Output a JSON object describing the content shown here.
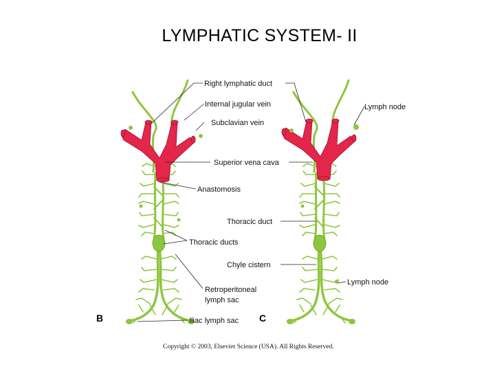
{
  "title": "LYMPHATIC SYSTEM- II",
  "labels": {
    "right_lymphatic_duct": "Right lymphatic duct",
    "internal_jugular_vein": "Internal jugular vein",
    "subclavian_vein": "Subclavian vein",
    "superior_vena_cava": "Superior vena cava",
    "anastomosis": "Anastomosis",
    "thoracic_duct": "Thoracic duct",
    "thoracic_ducts": "Thoracic ducts",
    "chyle_cistern": "Chyle cistern",
    "retroperitoneal_line1": "Retroperitoneal",
    "retroperitoneal_line2": "lymph sac",
    "iliac_lymph_sac": "Iliac lymph sac",
    "lymph_node_top": "Lymph node",
    "lymph_node_bottom": "Lymph node"
  },
  "panels": {
    "left": "B",
    "right": "C"
  },
  "copyright": "Copyright © 2003, Elsevier Science (USA). All Rights Reserved.",
  "colors": {
    "vein": "#e3264a",
    "lymphatic": "#8dc63f",
    "text": "#111111"
  }
}
